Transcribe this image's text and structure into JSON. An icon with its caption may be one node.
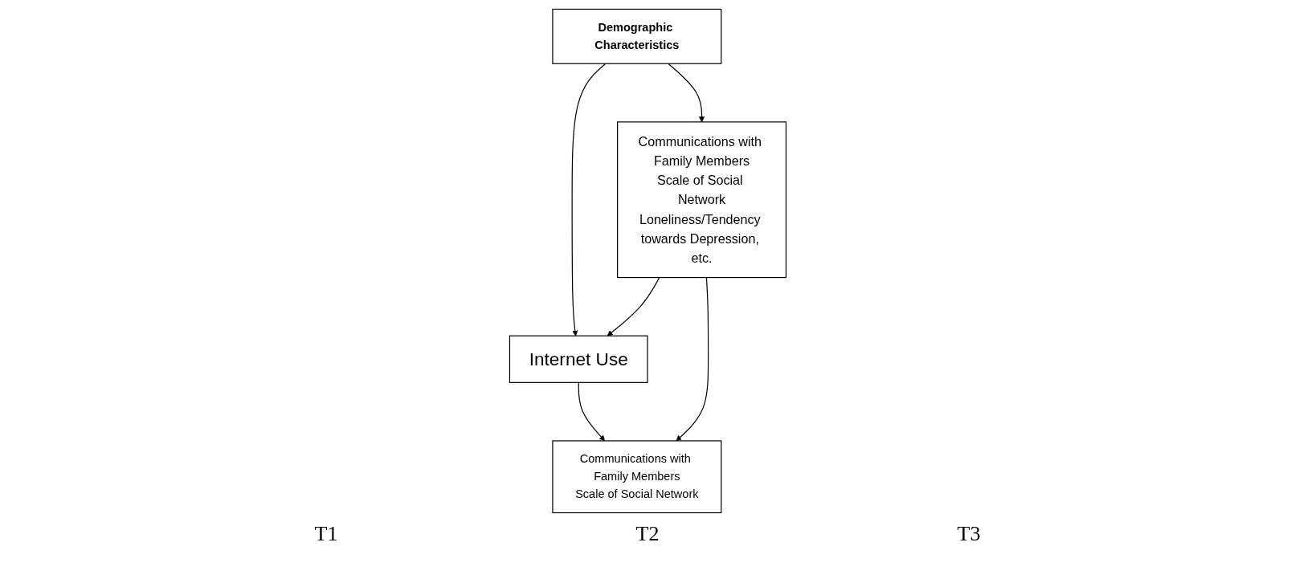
{
  "diagram": {
    "nodes": [
      {
        "text": [
          "Demographic Characteristics"
        ]
      },
      {
        "text": [
          "Internet Use"
        ]
      },
      {
        "text": [
          "Communications with Family Members",
          "Scale of Social Network",
          "Loneliness/Tendency towards Depression, etc."
        ]
      },
      {
        "text": [
          "Communications with Family Members",
          "Scale of Social Network"
        ]
      }
    ],
    "edges": [
      {
        "from": 0,
        "to": 2,
        "arrow": "to"
      },
      {
        "from": 0,
        "to": 1,
        "arrow": "to"
      },
      {
        "from": 2,
        "to": 1,
        "arrow": "to"
      },
      {
        "from": 1,
        "to": 3,
        "arrow": "to"
      },
      {
        "from": 2,
        "to": 3,
        "arrow": "to"
      }
    ],
    "labels": [
      "T1",
      "T2",
      "T3"
    ]
  }
}
